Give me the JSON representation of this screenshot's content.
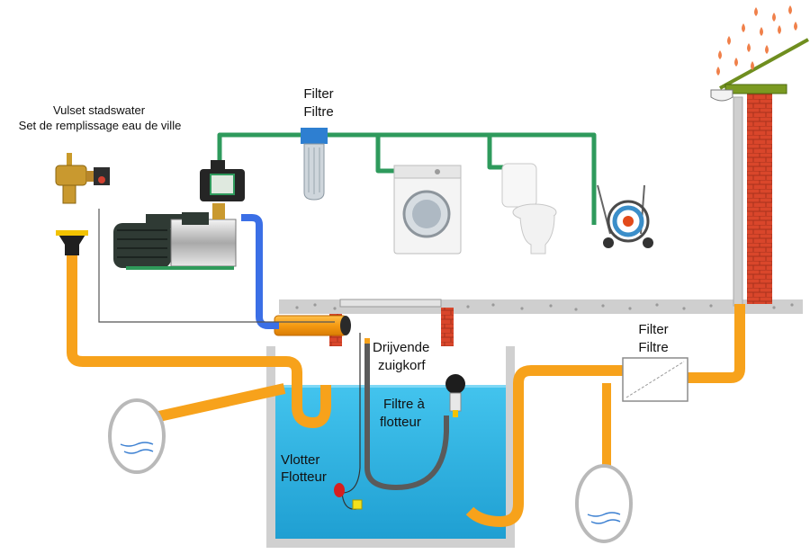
{
  "labels": {
    "city_water_nl": "Vulset stadswater",
    "city_water_fr": "Set de remplissage eau de ville",
    "filter_top_nl": "Filter",
    "filter_top_fr": "Filtre",
    "floating_suction_nl_1": "Drijvende",
    "floating_suction_nl_2": "zuigkorf",
    "float_filter_fr_1": "Filtre à",
    "float_filter_fr_2": "flotteur",
    "float_nl": "Vlotter",
    "float_fr": "Flotteur",
    "filter_right_nl": "Filter",
    "filter_right_fr": "Filtre"
  },
  "colors": {
    "pipe_orange": "#f7a21b",
    "pipe_green": "#2e9a5c",
    "pipe_blue": "#3b6fe6",
    "water": "#29b6e6",
    "brick": "#d9462b",
    "ground": "#c8c8c8",
    "tank_wall": "#bdbdbd",
    "roof": "#6f8e1f",
    "rain": "#f0804a"
  },
  "icons": [
    "tap-valve-icon",
    "pump-icon",
    "pressure-controller-icon",
    "water-filter-icon",
    "washing-machine-icon",
    "toilet-icon",
    "hose-reel-icon",
    "funnel-icon",
    "gutter-icon",
    "rain-drops-icon",
    "float-switch-icon",
    "suction-float-icon"
  ]
}
